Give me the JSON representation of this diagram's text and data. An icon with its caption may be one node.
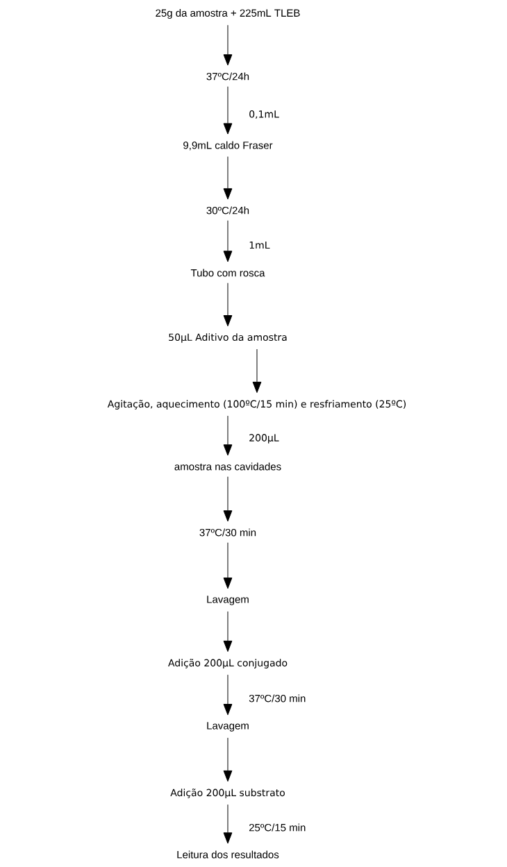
{
  "diagram": {
    "nodes": [
      {
        "text": [
          "25g da amostra + 225mL TLEB"
        ]
      },
      {
        "text": [
          "37ºC/24h"
        ]
      },
      {
        "text": [
          "9,9mL caldo Fraser"
        ]
      },
      {
        "text": [
          "30ºC/24h"
        ]
      },
      {
        "text": [
          "Tubo com rosca"
        ]
      },
      {
        "text": [
          "50µL Aditivo da amostra"
        ]
      },
      {
        "text": [
          "Agitação, aquecimento (100ºC/15 min) e resfriamento (25ºC)"
        ]
      },
      {
        "text": [
          "amostra nas cavidades"
        ]
      },
      {
        "text": [
          "37ºC/30 min"
        ]
      },
      {
        "text": [
          "Lavagem"
        ]
      },
      {
        "text": [
          "Adição 200µL conjugado"
        ]
      },
      {
        "text": [
          "Lavagem"
        ]
      },
      {
        "text": [
          "Adição 200µL substrato"
        ]
      },
      {
        "text": [
          "Leitura dos resultados"
        ]
      }
    ],
    "edges": [
      {
        "from": 0,
        "to": 1,
        "arrow": "to"
      },
      {
        "from": 1,
        "to": 2,
        "arrow": "to",
        "label": "0,1mL"
      },
      {
        "from": 2,
        "to": 3,
        "arrow": "to"
      },
      {
        "from": 3,
        "to": 4,
        "arrow": "to",
        "label": "1mL"
      },
      {
        "from": 4,
        "to": 5,
        "arrow": "to"
      },
      {
        "from": 5,
        "to": 6,
        "arrow": "to"
      },
      {
        "from": 6,
        "to": 7,
        "arrow": "to",
        "label": "200µL"
      },
      {
        "from": 7,
        "to": 8,
        "arrow": "to"
      },
      {
        "from": 8,
        "to": 9,
        "arrow": "to"
      },
      {
        "from": 9,
        "to": 10,
        "arrow": "to"
      },
      {
        "from": 10,
        "to": 11,
        "arrow": "to",
        "label": "37ºC/30 min"
      },
      {
        "from": 11,
        "to": 12,
        "arrow": "to"
      },
      {
        "from": 12,
        "to": 13,
        "arrow": "to",
        "label": "25ºC/15 min"
      }
    ]
  }
}
